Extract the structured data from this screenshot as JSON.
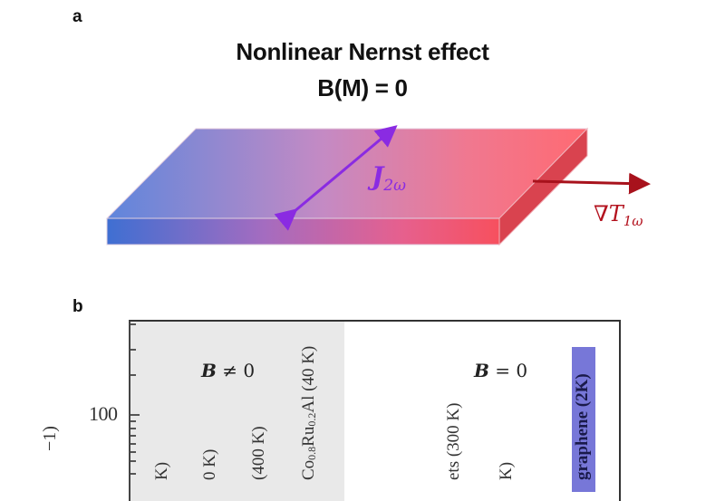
{
  "panel_a": {
    "letter": "a",
    "title_line1": "Nonlinear Nernst effect",
    "title_line2": "B(M) = 0",
    "current_label": {
      "symbol": "J",
      "subscript": "2ω"
    },
    "gradient_label": {
      "symbol": "∇T",
      "subscript": "1ω"
    },
    "colors": {
      "slab_left": "#4a78d8",
      "slab_mid": "#c080c0",
      "slab_right": "#ff5a6a",
      "side_face": "#d9434f",
      "current_arrow": "#8a2be2",
      "gradient_arrow": "#b3121e"
    }
  },
  "panel_b": {
    "letter": "b",
    "y_tick_label": "100",
    "y_axis_label_fragment": "−1)",
    "regions": [
      {
        "label_symbol": "B",
        "label_rel": "≠ 0",
        "shaded": true
      },
      {
        "label_symbol": "B",
        "label_rel": "= 0",
        "shaded": false
      }
    ],
    "vertical_labels": [
      {
        "text": "K)"
      },
      {
        "text": "0 K)"
      },
      {
        "text": "(400 K)"
      },
      {
        "text_main": "Co",
        "sub1": "0.8",
        "mid": "Ru",
        "sub2": "0.2",
        "tail": "Al (40 K)"
      },
      {
        "text": "ets (300 K)"
      },
      {
        "text": "K)"
      }
    ],
    "highlight_bar": {
      "label": "graphene (2K)",
      "color": "#7777d8"
    },
    "shade_color": "#e9e9e9"
  },
  "chart_data": {
    "type": "bar",
    "title": "",
    "xlabel": "",
    "ylabel": "(…−1)",
    "yscale": "log",
    "y_tick_labels": [
      "100"
    ],
    "regions": [
      "B ≠ 0",
      "B = 0"
    ],
    "categories": [
      "…(… K)",
      "…(…0 K)",
      "…(400 K)",
      "Co0.8Ru0.2Al (40 K)",
      "…ets (300 K)",
      "…(… K)",
      "graphene (2K)"
    ],
    "highlighted_series": {
      "name": "graphene (2K)",
      "value_note": "bar extends above 100 (approx. 200–300 on log axis)"
    },
    "grid": false,
    "note": "Figure is cropped at the bottom; only upper portion of panel b visible."
  }
}
